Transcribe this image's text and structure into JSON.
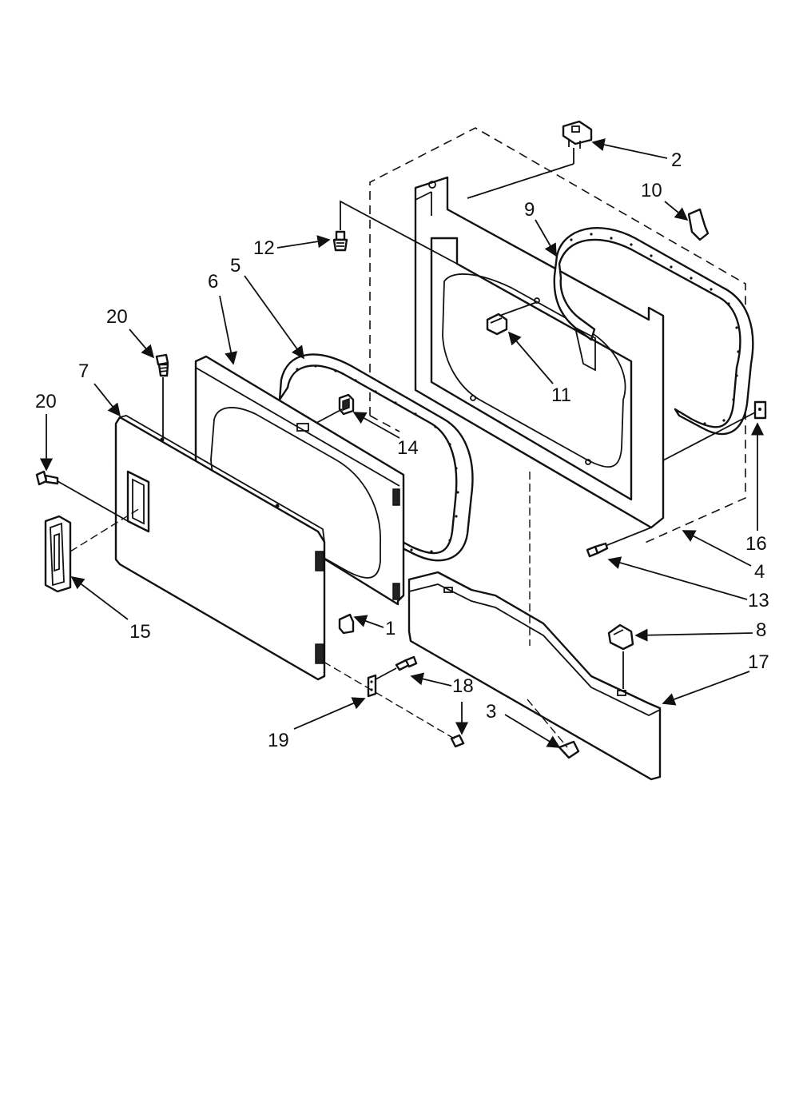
{
  "diagram": {
    "callouts": [
      {
        "id": "c1",
        "text": "1"
      },
      {
        "id": "c2",
        "text": "2"
      },
      {
        "id": "c3",
        "text": "3"
      },
      {
        "id": "c4",
        "text": "4"
      },
      {
        "id": "c5",
        "text": "5"
      },
      {
        "id": "c6",
        "text": "6"
      },
      {
        "id": "c7",
        "text": "7"
      },
      {
        "id": "c8",
        "text": "8"
      },
      {
        "id": "c9",
        "text": "9"
      },
      {
        "id": "c10",
        "text": "10"
      },
      {
        "id": "c11",
        "text": "11"
      },
      {
        "id": "c12",
        "text": "12"
      },
      {
        "id": "c13",
        "text": "13"
      },
      {
        "id": "c14",
        "text": "14"
      },
      {
        "id": "c15",
        "text": "15"
      },
      {
        "id": "c16",
        "text": "16"
      },
      {
        "id": "c17",
        "text": "17"
      },
      {
        "id": "c18",
        "text": "18"
      },
      {
        "id": "c19",
        "text": "19"
      },
      {
        "id": "c20a",
        "text": "20"
      },
      {
        "id": "c20b",
        "text": "20"
      }
    ]
  }
}
